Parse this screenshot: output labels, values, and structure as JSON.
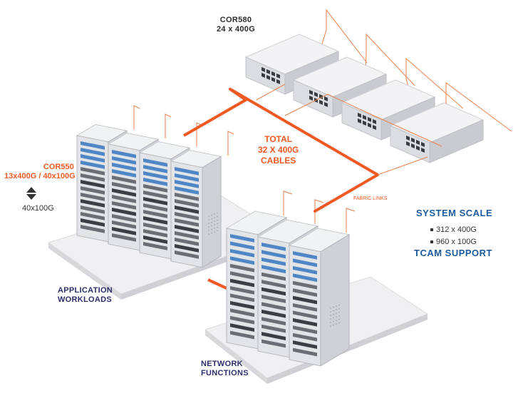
{
  "labels": {
    "cor580_name": "COR580",
    "cor580_spec": "24 x 400G",
    "cor550_name": "COR550",
    "cor550_spec": "13x400G / 40x100G",
    "breakout": "40x100G",
    "total_line1": "TOTAL",
    "total_line2": "32 X 400G",
    "total_line3": "CABLES",
    "fabric_links": "FABRIC LINKS",
    "app_line1": "APPLICATION",
    "app_line2": "WORKLOADS",
    "nf_line1": "NETWORK",
    "nf_line2": "FUNCTIONS"
  },
  "system_scale": {
    "title": "SYSTEM SCALE",
    "items": [
      "312 x 400G",
      "960 x 100G"
    ],
    "tcam": "TCAM SUPPORT"
  },
  "colors": {
    "cable": "#ef5a24",
    "cable_thin": "#e8824c",
    "rack_front": "#e3e4e7",
    "rack_side": "#cfd1d6",
    "rack_top": "#f1f2f4",
    "switch_top": "#f3f3f5",
    "platform": "#ececef",
    "screen_blue": "#4f86c6",
    "accent_blue": "#1c5b9c",
    "accent_navy": "#2d2f6b"
  },
  "icons": [
    "up-down-arrow-icon"
  ]
}
